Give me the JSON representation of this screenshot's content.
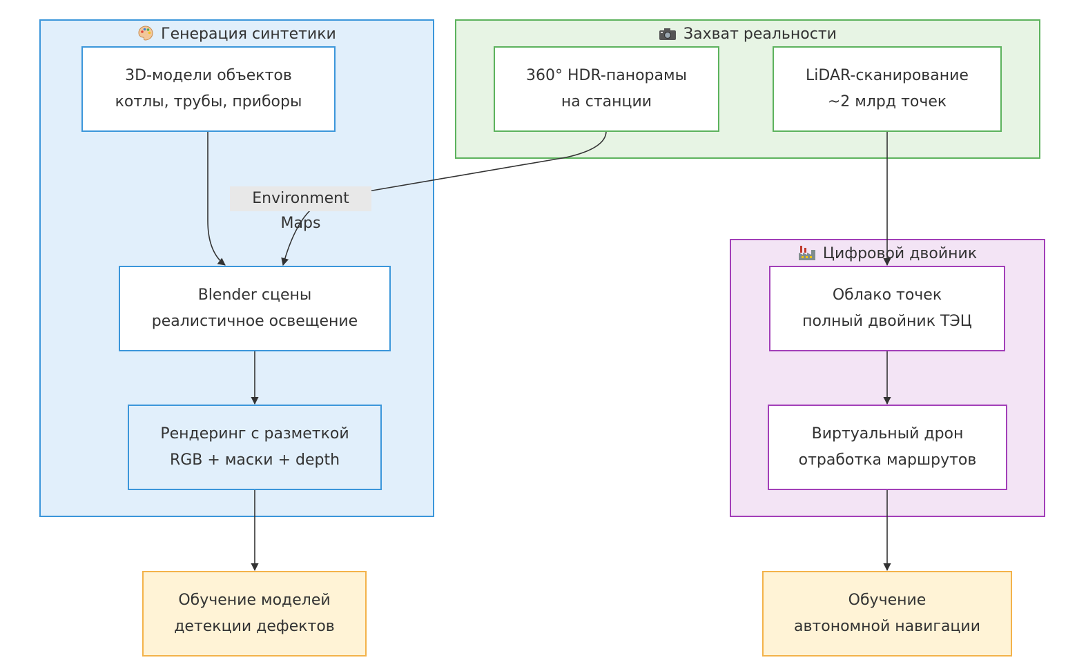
{
  "groups": {
    "synthetic": {
      "title": "Генерация синтетики",
      "icon": "palette-icon"
    },
    "reality": {
      "title": "Захват реальности",
      "icon": "camera-icon"
    },
    "twin": {
      "title": "Цифровой двойник",
      "icon": "factory-icon"
    }
  },
  "nodes": {
    "models": {
      "line1": "3D-модели объектов",
      "line2": "котлы, трубы, приборы"
    },
    "blender": {
      "line1": "Blender сцены",
      "line2": "реалистичное освещение"
    },
    "render": {
      "line1": "Рендеринг с разметкой",
      "line2": "RGB + маски + depth"
    },
    "hdr": {
      "line1": "360° HDR-панорамы",
      "line2": "на станции"
    },
    "lidar": {
      "line1": "LiDAR-сканирование",
      "line2": "~2 млрд точек"
    },
    "cloud": {
      "line1": "Облако точек",
      "line2": "полный двойник ТЭЦ"
    },
    "drone": {
      "line1": "Виртуальный дрон",
      "line2": "отработка маршрутов"
    },
    "train_defects": {
      "line1": "Обучение моделей",
      "line2": "детекции дефектов"
    },
    "train_nav": {
      "line1": "Обучение",
      "line2": "автономной навигации"
    }
  },
  "edges": {
    "env_maps_label": "Environment Maps"
  },
  "colors": {
    "synthetic_fill": "#e1effb",
    "synthetic_border": "#3b96da",
    "reality_fill": "#e7f4e4",
    "reality_border": "#5cb25d",
    "twin_fill": "#f3e4f5",
    "twin_border": "#a23fb8",
    "output_fill": "#fff3d6",
    "output_border": "#f3b24a"
  }
}
